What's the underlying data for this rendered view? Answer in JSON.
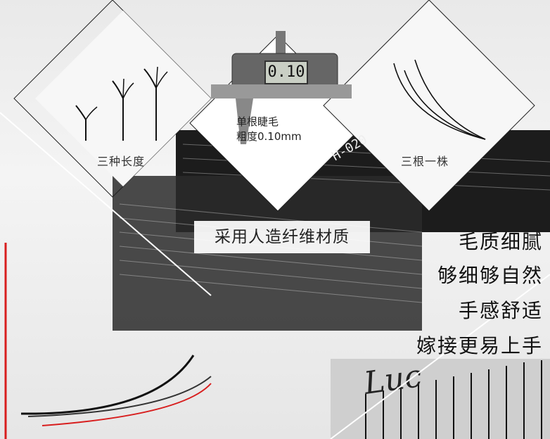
{
  "labels": {
    "three_lengths": "三种长度",
    "caliper_line1": "单根睫毛",
    "caliper_line2": "粗度0.10mm",
    "three_per_cluster": "三根一株",
    "material": "采用人造纤维材质"
  },
  "display_reading": "0.10",
  "tray_tag": "H-020",
  "features": [
    "毛质细腻",
    "够细够自然",
    "手感舒适",
    "嫁接更易上手"
  ],
  "colors": {
    "accent_red": "#d81e1e",
    "text": "#111111"
  }
}
